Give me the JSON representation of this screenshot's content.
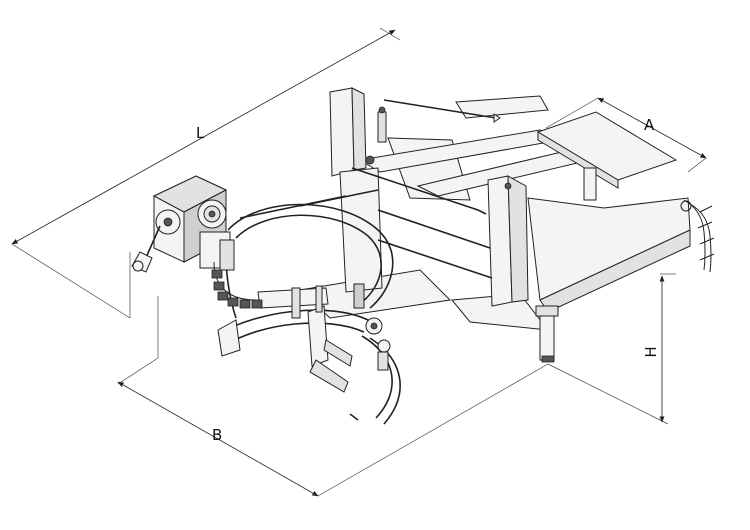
{
  "dimensions": {
    "length": "L",
    "width_a": "A",
    "width_b": "B",
    "height": "H"
  }
}
